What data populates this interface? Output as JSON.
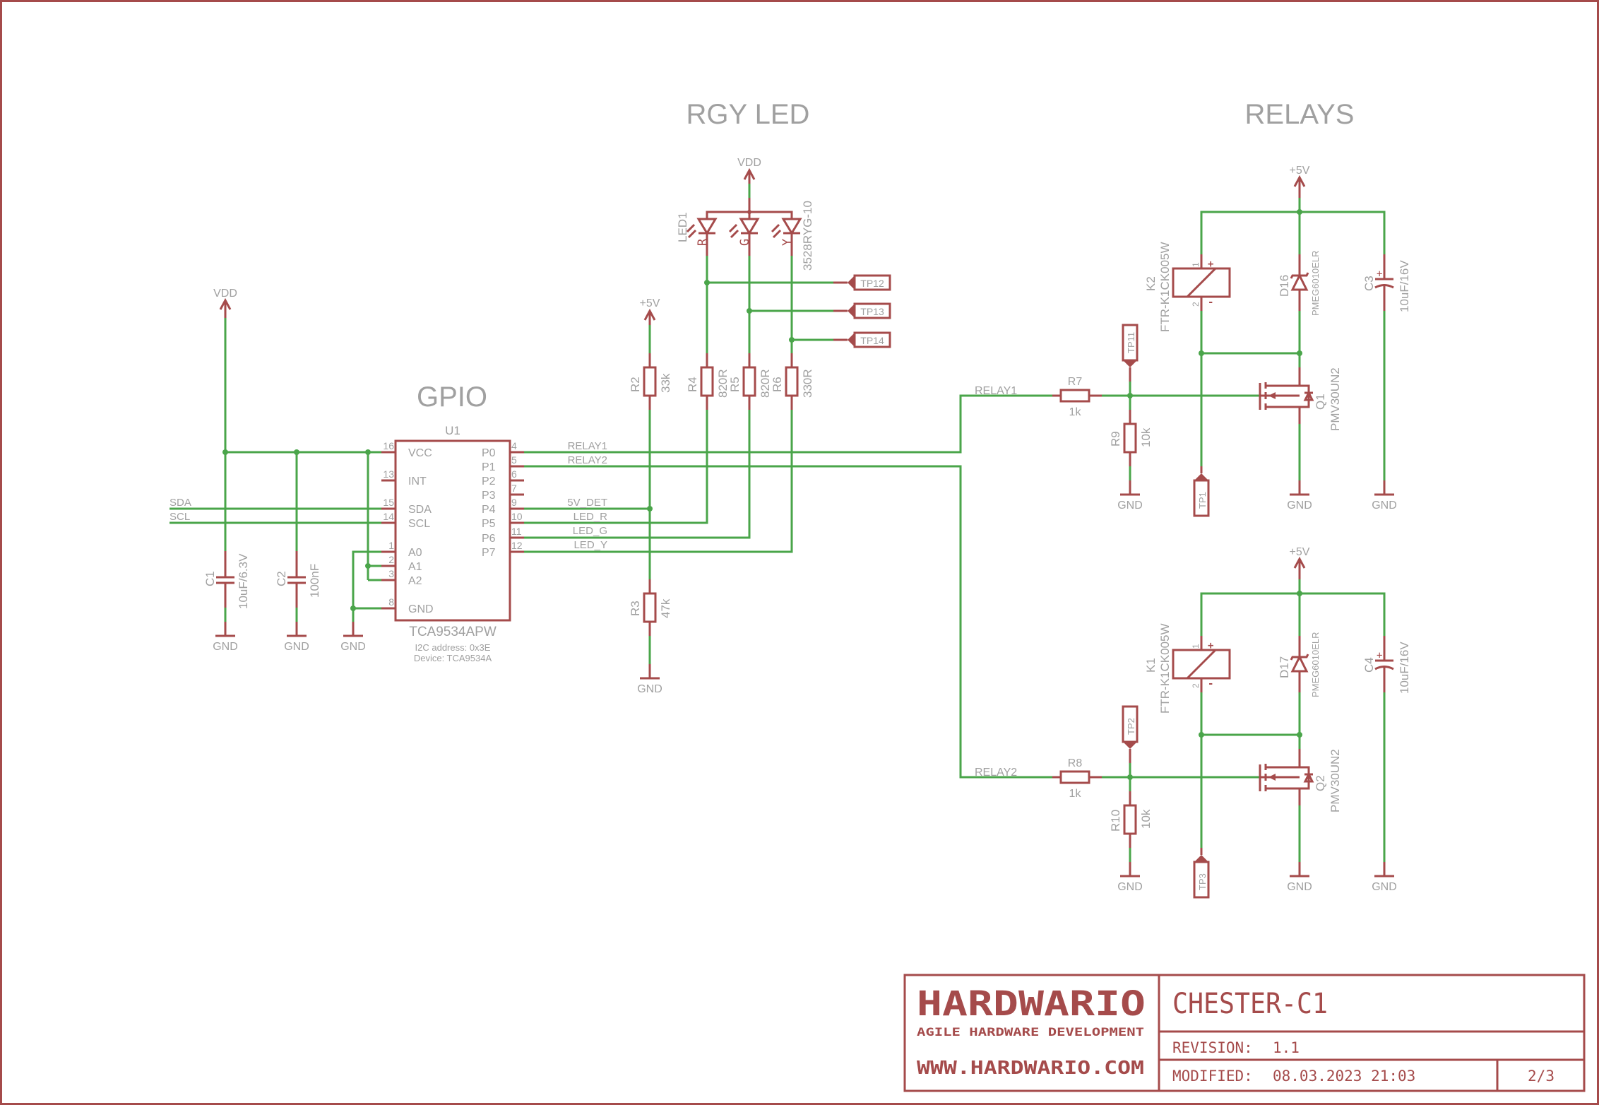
{
  "sections": {
    "gpio": "GPIO",
    "rgy_led": "RGY LED",
    "relays": "RELAYS"
  },
  "power": {
    "vdd": "VDD",
    "p5v": "+5V",
    "gnd": "GND"
  },
  "signals": {
    "sda": "SDA",
    "scl": "SCL",
    "relay1": "RELAY1",
    "relay2": "RELAY2",
    "det": "5V_DET",
    "led_r": "LED_R",
    "led_g": "LED_G",
    "led_y": "LED_Y"
  },
  "u1": {
    "ref": "U1",
    "value": "TCA9534APW",
    "note1": "I2C address: 0x3E",
    "note2": "Device: TCA9534A",
    "left_pins": [
      {
        "num": "16",
        "name": "VCC"
      },
      {
        "num": "13",
        "name": "INT"
      },
      {
        "num": "15",
        "name": "SDA"
      },
      {
        "num": "14",
        "name": "SCL"
      },
      {
        "num": "1",
        "name": "A0"
      },
      {
        "num": "2",
        "name": "A1"
      },
      {
        "num": "3",
        "name": "A2"
      },
      {
        "num": "8",
        "name": "GND"
      }
    ],
    "right_pins": [
      {
        "num": "4",
        "name": "P0"
      },
      {
        "num": "5",
        "name": "P1"
      },
      {
        "num": "6",
        "name": "P2"
      },
      {
        "num": "7",
        "name": "P3"
      },
      {
        "num": "9",
        "name": "P4"
      },
      {
        "num": "10",
        "name": "P5"
      },
      {
        "num": "11",
        "name": "P6"
      },
      {
        "num": "12",
        "name": "P7"
      }
    ]
  },
  "caps": {
    "c1": {
      "ref": "C1",
      "value": "10uF/6.3V"
    },
    "c2": {
      "ref": "C2",
      "value": "100nF"
    },
    "c3": {
      "ref": "C3",
      "value": "10uF/16V"
    },
    "c4": {
      "ref": "C4",
      "value": "10uF/16V"
    }
  },
  "resistors": {
    "r2": {
      "ref": "R2",
      "value": "33k"
    },
    "r3": {
      "ref": "R3",
      "value": "47k"
    },
    "r4": {
      "ref": "R4",
      "value": "820R"
    },
    "r5": {
      "ref": "R5",
      "value": "820R"
    },
    "r6": {
      "ref": "R6",
      "value": "330R"
    },
    "r7": {
      "ref": "R7",
      "value": "1k"
    },
    "r8": {
      "ref": "R8",
      "value": "1k"
    },
    "r9": {
      "ref": "R9",
      "value": "10k"
    },
    "r10": {
      "ref": "R10",
      "value": "10k"
    }
  },
  "led": {
    "ref": "LED1",
    "value": "3528RYG-10",
    "r": "R",
    "g": "G",
    "y": "Y"
  },
  "testpoints": {
    "tp1": "TP1",
    "tp2": "TP2",
    "tp3": "TP3",
    "tp11": "TP11",
    "tp12": "TP12",
    "tp13": "TP13",
    "tp14": "TP14"
  },
  "relays": {
    "k1": {
      "ref": "K1",
      "value": "FTR-K1CK005W"
    },
    "k2": {
      "ref": "K2",
      "value": "FTR-K1CK005W"
    },
    "pin1": "1",
    "pin2": "2",
    "plus": "+",
    "minus": "-"
  },
  "diodes": {
    "d16": {
      "ref": "D16",
      "value": "PMEG6010ELR"
    },
    "d17": {
      "ref": "D17",
      "value": "PMEG6010ELR"
    }
  },
  "mosfets": {
    "q1": {
      "ref": "Q1",
      "value": "PMV30UN2"
    },
    "q2": {
      "ref": "Q2",
      "value": "PMV30UN2"
    }
  },
  "title_block": {
    "brand": "HARDWARIO",
    "tagline": "AGILE HARDWARE DEVELOPMENT",
    "url": "WWW.HARDWARIO.COM",
    "project": "CHESTER-C1",
    "revision_label": "REVISION:",
    "revision": "1.1",
    "modified_label": "MODIFIED:",
    "modified": "08.03.2023 21:03",
    "sheet": "2/3"
  },
  "colors": {
    "wire": "#4aa54a",
    "symbol": "#a54b4b",
    "text": "#a0a0a0"
  }
}
